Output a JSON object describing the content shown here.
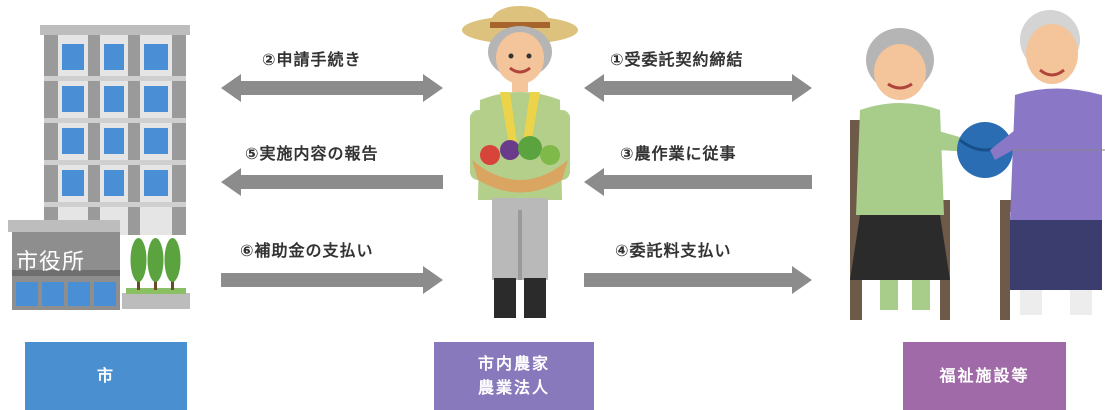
{
  "arrows": {
    "a2": "②申請手続き",
    "a5": "⑤実施内容の報告",
    "a6": "⑥補助金の支払い",
    "a1": "①受委託契約締結",
    "a3": "③農作業に従事",
    "a4": "④委託料支払い"
  },
  "city_hall_sign": "市役所",
  "labels": {
    "city": "市",
    "farmer_line1": "市内農家",
    "farmer_line2": "農業法人",
    "welfare": "福祉施設等"
  },
  "colors": {
    "city": "#4a90d0",
    "farmer": "#8878bc",
    "welfare": "#a06aa8",
    "arrow": "#8c8c8c"
  }
}
